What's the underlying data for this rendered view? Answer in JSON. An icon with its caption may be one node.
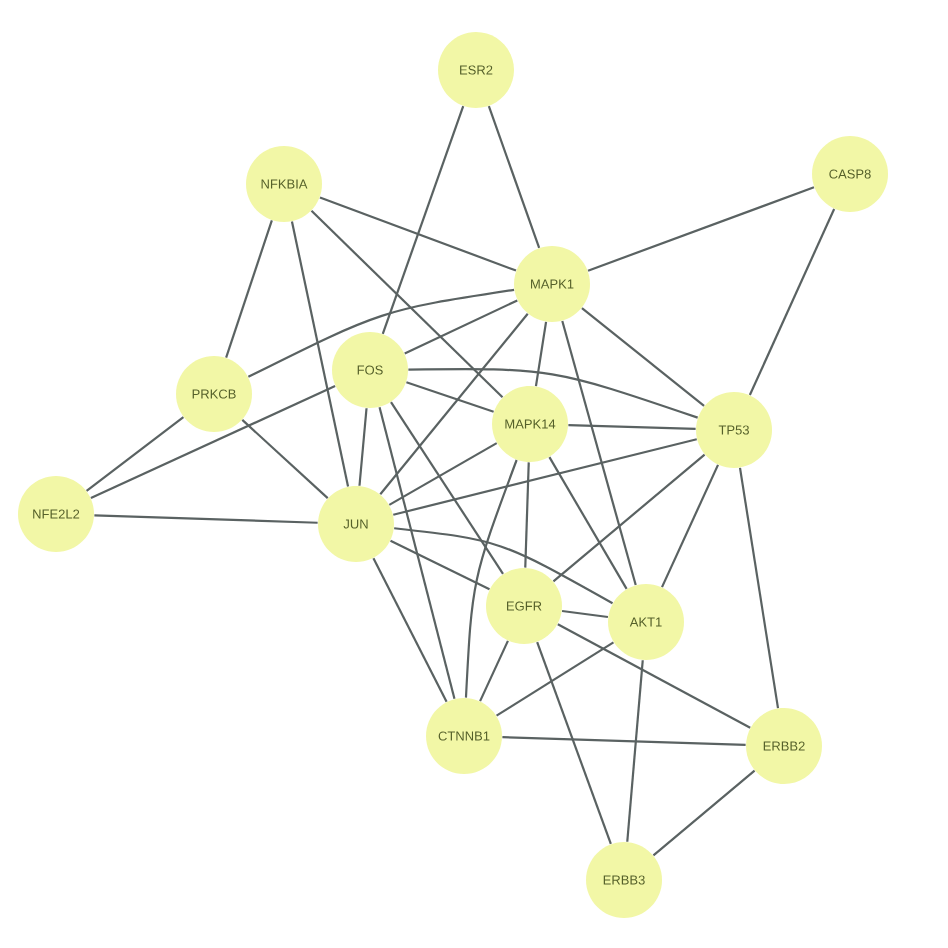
{
  "diagram": {
    "nodes": [
      {
        "text": [
          "ESR2"
        ]
      },
      {
        "text": [
          "CASP8"
        ]
      },
      {
        "text": [
          "NFKBIA"
        ]
      },
      {
        "text": [
          "MAPK1"
        ]
      },
      {
        "text": [
          "PRKCB"
        ]
      },
      {
        "text": [
          "FOS"
        ]
      },
      {
        "text": [
          "MAPK14"
        ]
      },
      {
        "text": [
          "TP53"
        ]
      },
      {
        "text": [
          "NFE2L2"
        ]
      },
      {
        "text": [
          "JUN"
        ]
      },
      {
        "text": [
          "EGFR"
        ]
      },
      {
        "text": [
          "AKT1"
        ]
      },
      {
        "text": [
          "CTNNB1"
        ]
      },
      {
        "text": [
          "ERBB2"
        ]
      },
      {
        "text": [
          "ERBB3"
        ]
      }
    ],
    "edges": [
      {
        "from": 0,
        "to": 5,
        "arrow": "none"
      },
      {
        "from": 0,
        "to": 3,
        "arrow": "none"
      },
      {
        "from": 1,
        "to": 3,
        "arrow": "none"
      },
      {
        "from": 1,
        "to": 7,
        "arrow": "none"
      },
      {
        "from": 2,
        "to": 4,
        "arrow": "none"
      },
      {
        "from": 2,
        "to": 9,
        "arrow": "none"
      },
      {
        "from": 2,
        "to": 3,
        "arrow": "none"
      },
      {
        "from": 2,
        "to": 6,
        "arrow": "none"
      },
      {
        "from": 4,
        "to": 3,
        "arrow": "none"
      },
      {
        "from": 4,
        "to": 9,
        "arrow": "none"
      },
      {
        "from": 4,
        "to": 8,
        "arrow": "none"
      },
      {
        "from": 8,
        "to": 5,
        "arrow": "none"
      },
      {
        "from": 8,
        "to": 9,
        "arrow": "none"
      },
      {
        "from": 5,
        "to": 3,
        "arrow": "none"
      },
      {
        "from": 5,
        "to": 9,
        "arrow": "none"
      },
      {
        "from": 5,
        "to": 12,
        "arrow": "none"
      },
      {
        "from": 5,
        "to": 6,
        "arrow": "none"
      },
      {
        "from": 5,
        "to": 7,
        "arrow": "none"
      },
      {
        "from": 5,
        "to": 10,
        "arrow": "none"
      },
      {
        "from": 3,
        "to": 6,
        "arrow": "none"
      },
      {
        "from": 3,
        "to": 7,
        "arrow": "none"
      },
      {
        "from": 3,
        "to": 11,
        "arrow": "none"
      },
      {
        "from": 3,
        "to": 9,
        "arrow": "none"
      },
      {
        "from": 6,
        "to": 7,
        "arrow": "none"
      },
      {
        "from": 6,
        "to": 9,
        "arrow": "none"
      },
      {
        "from": 6,
        "to": 10,
        "arrow": "none"
      },
      {
        "from": 6,
        "to": 11,
        "arrow": "none"
      },
      {
        "from": 6,
        "to": 12,
        "arrow": "none"
      },
      {
        "from": 7,
        "to": 9,
        "arrow": "none"
      },
      {
        "from": 7,
        "to": 10,
        "arrow": "none"
      },
      {
        "from": 7,
        "to": 11,
        "arrow": "none"
      },
      {
        "from": 7,
        "to": 13,
        "arrow": "none"
      },
      {
        "from": 9,
        "to": 10,
        "arrow": "none"
      },
      {
        "from": 9,
        "to": 11,
        "arrow": "none"
      },
      {
        "from": 9,
        "to": 12,
        "arrow": "none"
      },
      {
        "from": 10,
        "to": 11,
        "arrow": "none"
      },
      {
        "from": 10,
        "to": 13,
        "arrow": "none"
      },
      {
        "from": 10,
        "to": 14,
        "arrow": "none"
      },
      {
        "from": 10,
        "to": 12,
        "arrow": "none"
      },
      {
        "from": 11,
        "to": 12,
        "arrow": "none"
      },
      {
        "from": 11,
        "to": 14,
        "arrow": "none"
      },
      {
        "from": 12,
        "to": 13,
        "arrow": "none"
      },
      {
        "from": 13,
        "to": 14,
        "arrow": "none"
      }
    ]
  }
}
